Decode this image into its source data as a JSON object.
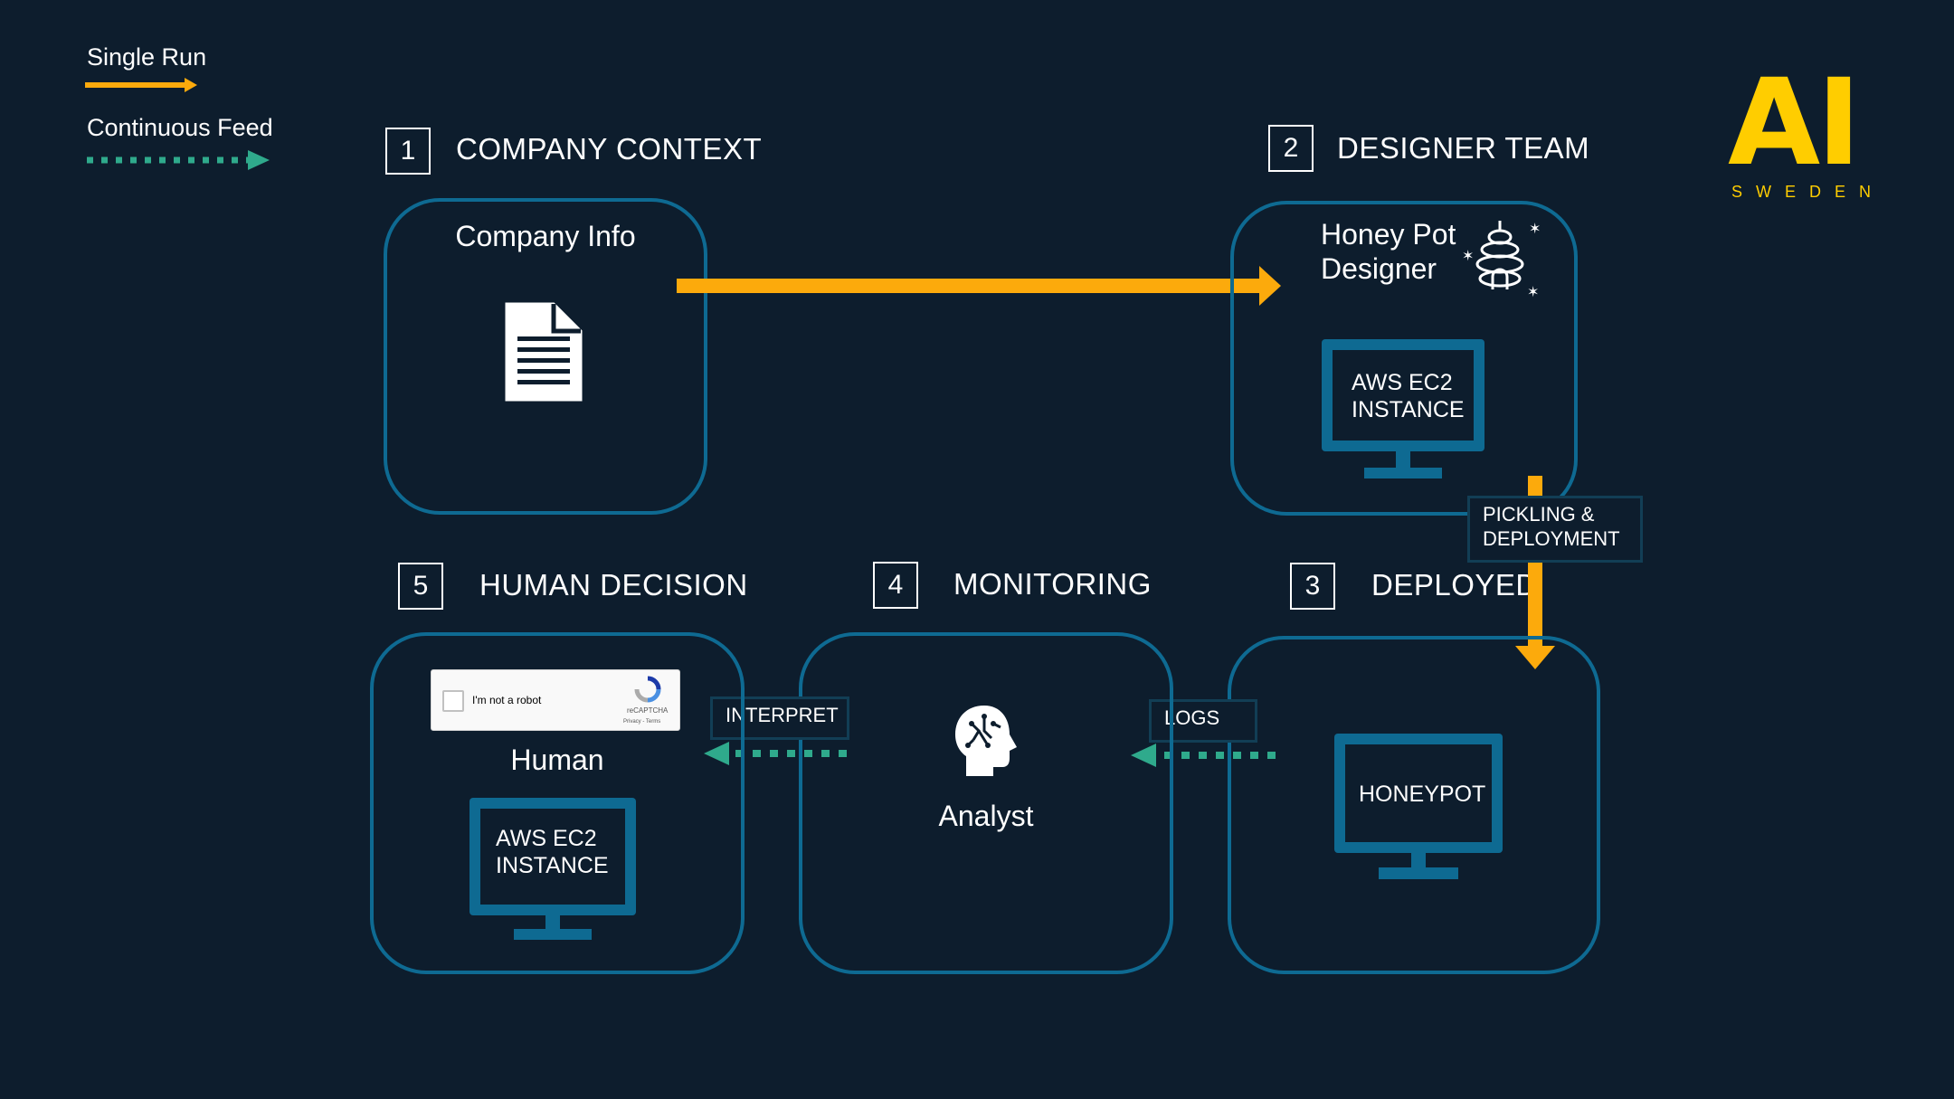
{
  "legend": {
    "single_run": "Single Run",
    "continuous_feed": "Continuous Feed"
  },
  "logo": {
    "ai": "AI",
    "sweden": "SWEDEN"
  },
  "steps": [
    {
      "num": "1",
      "title": "COMPANY CONTEXT"
    },
    {
      "num": "2",
      "title": "DESIGNER TEAM"
    },
    {
      "num": "3",
      "title": "DEPLOYED"
    },
    {
      "num": "4",
      "title": "MONITORING"
    },
    {
      "num": "5",
      "title": "HUMAN DECISION"
    }
  ],
  "panels": {
    "company": {
      "title": "Company Info",
      "icon": "document-icon"
    },
    "designer": {
      "title_line1": "Honey Pot",
      "title_line2": "Designer",
      "icon": "beehive-icon",
      "monitor_line1": "AWS EC2",
      "monitor_line2": "INSTANCE"
    },
    "deployed": {
      "monitor_label": "HONEYPOT"
    },
    "monitoring": {
      "title": "Analyst",
      "icon": "analyst-brain-icon"
    },
    "human": {
      "title": "Human",
      "monitor_line1": "AWS EC2",
      "monitor_line2": "INSTANCE"
    }
  },
  "captcha": {
    "label": "I'm not a robot",
    "brand": "reCAPTCHA",
    "links": "Privacy - Terms"
  },
  "tags": {
    "pickling_line1": "PICKLING &",
    "pickling_line2": "DEPLOYMENT",
    "logs": "LOGS",
    "interpret": "INTERPRET"
  },
  "colors": {
    "background": "#0d1d2d",
    "single_run_arrow": "#fcaa0c",
    "continuous_feed_arrow": "#2faa8c",
    "panel_border": "#0e6a92",
    "monitor": "#0e6a92",
    "logo": "#ffcd00"
  }
}
